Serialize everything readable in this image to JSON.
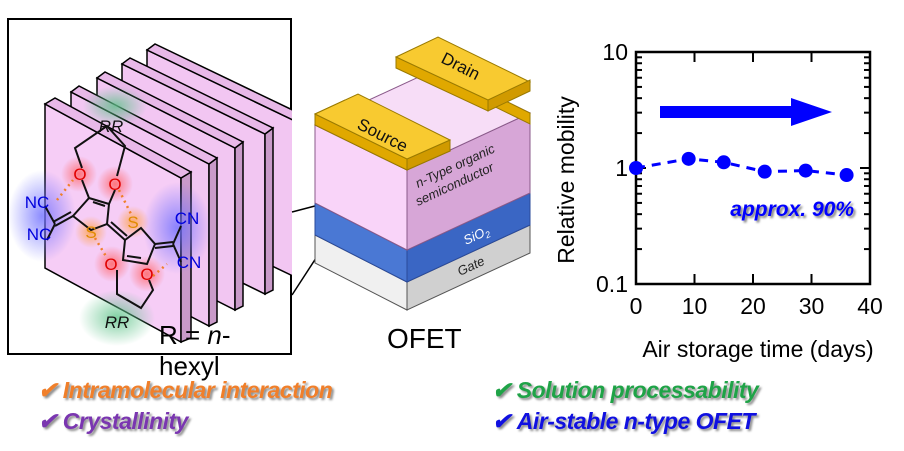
{
  "molecule_panel": {
    "substituent_top": "RR",
    "substituent_bottom": "RR",
    "oxygen_label": "O",
    "sulfur_label": "S",
    "cyano_left_top": "NC",
    "cyano_left_bottom": "NC",
    "cyano_right_top": "CN",
    "cyano_right_bottom": "CN",
    "r_definition_prefix": "R = ",
    "r_definition_italic": "n",
    "r_definition_suffix": "-hexyl"
  },
  "device": {
    "title": "OFET",
    "source_label": "Source",
    "drain_label": "Drain",
    "semiconductor_line1": "n-Type organic",
    "semiconductor_line2": "semiconductor",
    "dielectric_label": "SiO",
    "dielectric_subscript": "2",
    "gate_label": "Gate",
    "colors": {
      "electrode": "#f5c518",
      "semiconductor": "#f9d4f9",
      "dielectric": "#3a66c4",
      "gate": "#d9d9d9"
    }
  },
  "features": [
    {
      "check": "✔",
      "text": "Intramolecular interaction",
      "color": "#f07f2a"
    },
    {
      "check": "✔",
      "text": "Crystallinity",
      "color": "#7a36b0"
    },
    {
      "check": "✔",
      "text": "Solution processability",
      "color": "#1fa347"
    },
    {
      "check": "✔",
      "text": "Air-stable n-type OFET",
      "color": "#1010e0"
    }
  ],
  "chart_data": {
    "type": "line",
    "title": "",
    "xlabel": "Air storage time (days)",
    "ylabel": "Relative mobility",
    "xlim": [
      0,
      40
    ],
    "ylim": [
      0.1,
      10
    ],
    "yscale": "log",
    "xticks": [
      0,
      10,
      20,
      30,
      40
    ],
    "yticks": [
      0.1,
      1,
      10
    ],
    "xtick_labels": [
      "0",
      "10",
      "20",
      "30",
      "40"
    ],
    "ytick_labels": [
      "0.1",
      "1",
      "10"
    ],
    "grid": false,
    "series": [
      {
        "name": "Relative mobility",
        "color": "#0000ff",
        "style": "dashed-with-markers",
        "x": [
          0,
          9,
          15,
          22,
          29,
          36
        ],
        "y": [
          1.0,
          1.2,
          1.12,
          0.93,
          0.95,
          0.87
        ]
      }
    ],
    "annotations": [
      {
        "text": "approx. 90%",
        "color": "#0000ff"
      },
      {
        "type": "arrow",
        "direction": "right",
        "color": "#0000ff"
      }
    ]
  }
}
